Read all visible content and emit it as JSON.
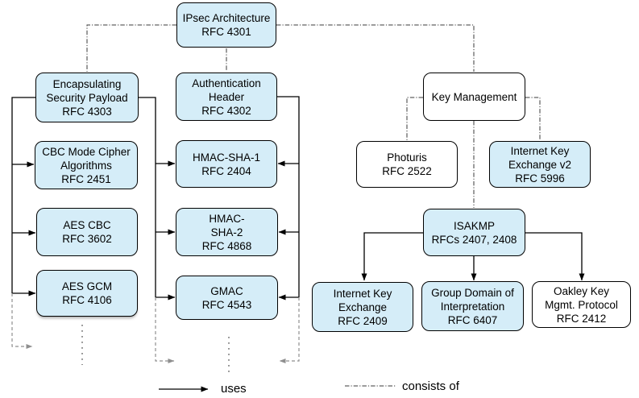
{
  "nodes": {
    "ipsec": [
      "IPsec Architecture",
      "RFC 4301"
    ],
    "esp": [
      "Encapsulating",
      "Security Payload",
      "RFC 4303"
    ],
    "ah": [
      "Authentication",
      "Header",
      "RFC 4302"
    ],
    "km": [
      "Key Management"
    ],
    "cbc": [
      "CBC Mode Cipher",
      "Algorithms",
      "RFC 2451"
    ],
    "hmac1": [
      "HMAC-SHA-1",
      "RFC 2404"
    ],
    "photuris": [
      "Photuris",
      "RFC 2522"
    ],
    "ikev2": [
      "Internet Key",
      "Exchange v2",
      "RFC 5996"
    ],
    "aescbc": [
      "AES CBC",
      "RFC 3602"
    ],
    "hmac2": [
      "HMAC-",
      "SHA-2",
      "RFC 4868"
    ],
    "isakmp": [
      "ISAKMP",
      "RFCs 2407, 2408"
    ],
    "aesgcm": [
      "AES GCM",
      "RFC 4106"
    ],
    "gmac": [
      "GMAC",
      "RFC 4543"
    ],
    "ike": [
      "Internet Key",
      "Exchange",
      "RFC 2409"
    ],
    "gdoi": [
      "Group Domain of",
      "Interpretation",
      "RFC 6407"
    ],
    "oakley": [
      "Oakley Key",
      "Mgmt. Protocol",
      "RFC 2412"
    ]
  },
  "legend": {
    "uses": "uses",
    "consists_of": "consists of"
  },
  "colors": {
    "node_fill_blue": "#d5edf8",
    "node_fill_white": "#ffffff",
    "node_border": "#000000",
    "uses_line": "#000000",
    "consists_line": "#3a3a3a",
    "continuation_gray": "#8f8f8f"
  }
}
